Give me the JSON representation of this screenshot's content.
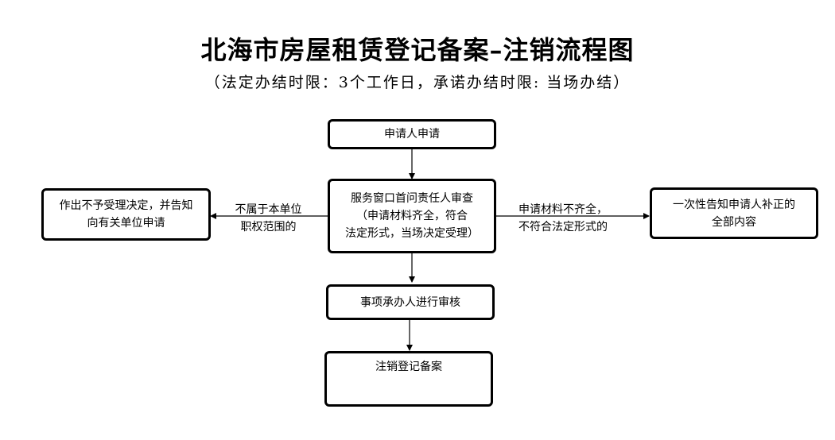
{
  "title": "北海市房屋租赁登记备案–注销流程图",
  "subtitle": "（法定办结时限：3个工作日，承诺办结时限: 当场办结）",
  "nodes": {
    "apply": "申请人申请",
    "review": {
      "line1": "服务窗口首问责任人审查",
      "line2": "（申请材料齐全，符合",
      "line3": "法定形式，当场决定受理）"
    },
    "reject": {
      "line1": "作出不予受理决定，并告知",
      "line2": "向有关单位申请"
    },
    "notify": {
      "line1": "一次性告知申请人补正的",
      "line2": "全部内容"
    },
    "audit": "事项承办人进行审核",
    "cancel": "注销登记备案"
  },
  "edges": {
    "left": {
      "line1": "不属于本单位",
      "line2": "职权范围的"
    },
    "right": {
      "line1": "申请材料不齐全，",
      "line2": "不符合法定形式的"
    }
  }
}
